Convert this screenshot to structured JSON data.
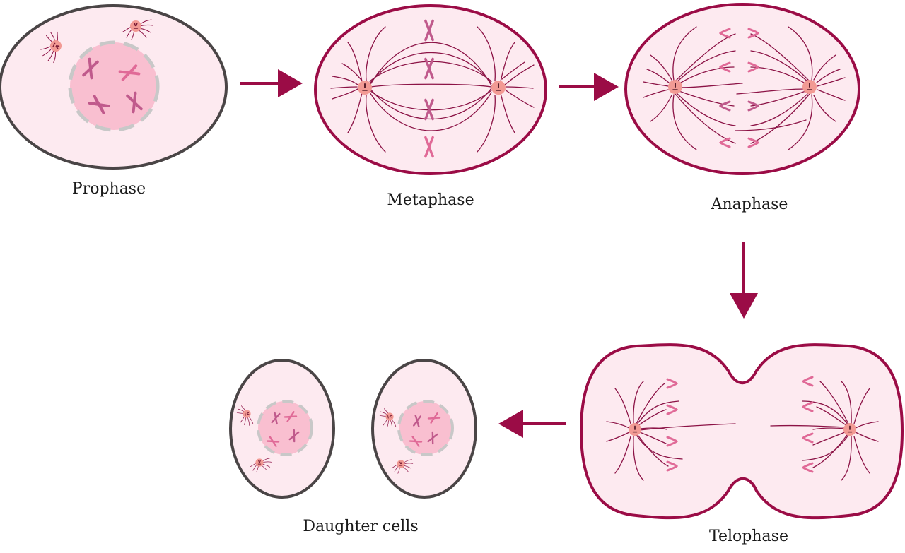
{
  "labels": {
    "prophase": "Prophase",
    "metaphase": "Metaphase",
    "anaphase": "Anaphase",
    "telophase": "Telophase",
    "daughter_cells": "Daughter cells"
  },
  "colors": {
    "background": "#ffffff",
    "cell_fill": "#fdeaf0",
    "cell_outline_dark": "#4a4546",
    "cell_outline_crimson": "#9b0c46",
    "arrow": "#9b0c46",
    "spindle_fiber": "#8c1346",
    "nucleus_fill": "#f9bfd0",
    "nucleus_outline": "#c8c8c8",
    "chromosome_dark": "#c05a8c",
    "chromosome_light": "#e06a97",
    "centrosome": "#f29a94"
  },
  "icons": {
    "flow_arrow": "triangle-arrow",
    "centrosome": "centrosome-icon",
    "chromosome": "x-shaped-chromosome-icon",
    "chromatid": "v-shaped-chromatid-icon"
  }
}
